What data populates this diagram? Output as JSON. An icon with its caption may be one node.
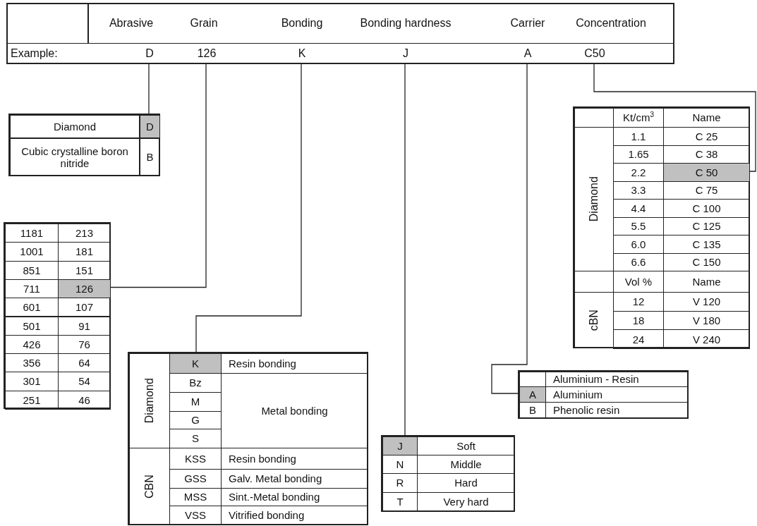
{
  "diagram": {
    "nodes": [
      {
        "text": [],
        "shape": "box"
      },
      {
        "text": [
          "Abrasive"
        ],
        "in": 0
      },
      {
        "text": [
          "Grain"
        ],
        "in": 0
      },
      {
        "text": [
          "Bonding"
        ],
        "in": 0
      },
      {
        "text": [
          "Bonding hardness"
        ],
        "in": 0
      },
      {
        "text": [
          "Carrier"
        ],
        "in": 0
      },
      {
        "text": [
          "Concentration"
        ],
        "in": 0
      },
      {
        "text": [
          "Example:"
        ],
        "in": 0
      },
      {
        "text": [
          "D"
        ],
        "in": 0
      },
      {
        "text": [
          "126"
        ],
        "in": 0
      },
      {
        "text": [
          "K"
        ],
        "in": 0
      },
      {
        "text": [
          "J"
        ],
        "in": 0
      },
      {
        "text": [
          "A"
        ],
        "in": 0
      },
      {
        "text": [
          "C50"
        ],
        "in": 0
      },
      {
        "text": [],
        "shape": "box"
      },
      {
        "text": [
          "Diamond"
        ],
        "in": 14
      },
      {
        "text": [
          "D"
        ],
        "in": 14
      },
      {
        "text": [
          "Cubic crystalline boron nitride"
        ],
        "in": 14
      },
      {
        "text": [
          "B"
        ],
        "in": 14
      },
      {
        "text": [],
        "shape": "box"
      },
      {
        "text": [
          "1181"
        ],
        "in": 19
      },
      {
        "text": [
          "213"
        ],
        "in": 19
      },
      {
        "text": [
          "1001"
        ],
        "in": 19
      },
      {
        "text": [
          "181"
        ],
        "in": 19
      },
      {
        "text": [
          "851"
        ],
        "in": 19
      },
      {
        "text": [
          "151"
        ],
        "in": 19
      },
      {
        "text": [
          "711"
        ],
        "in": 19
      },
      {
        "text": [
          "126"
        ],
        "in": 19
      },
      {
        "text": [
          "601"
        ],
        "in": 19
      },
      {
        "text": [
          "107"
        ],
        "in": 19
      },
      {
        "text": [
          "501"
        ],
        "in": 19
      },
      {
        "text": [
          "91"
        ],
        "in": 19
      },
      {
        "text": [
          "426"
        ],
        "in": 19
      },
      {
        "text": [
          "76"
        ],
        "in": 19
      },
      {
        "text": [
          "356"
        ],
        "in": 19
      },
      {
        "text": [
          "64"
        ],
        "in": 19
      },
      {
        "text": [
          "301"
        ],
        "in": 19
      },
      {
        "text": [
          "54"
        ],
        "in": 19
      },
      {
        "text": [
          "251"
        ],
        "in": 19
      },
      {
        "text": [
          "46"
        ],
        "in": 19
      },
      {
        "text": [],
        "shape": "box"
      },
      {
        "text": [
          "Diamond"
        ],
        "in": 40
      },
      {
        "text": [
          "K"
        ],
        "in": 40
      },
      {
        "text": [
          "Resin bonding"
        ],
        "in": 40
      },
      {
        "text": [
          "Bz"
        ],
        "in": 40
      },
      {
        "text": [
          "Metal bonding"
        ],
        "in": 40
      },
      {
        "text": [
          "M"
        ],
        "in": 40
      },
      {
        "text": [
          "G"
        ],
        "in": 40
      },
      {
        "text": [
          "S"
        ],
        "in": 40
      },
      {
        "text": [
          "CBN"
        ],
        "in": 40
      },
      {
        "text": [
          "KSS"
        ],
        "in": 40
      },
      {
        "text": [
          "Resin bonding"
        ],
        "in": 40
      },
      {
        "text": [
          "GSS"
        ],
        "in": 40
      },
      {
        "text": [
          "Galv. Metal bonding"
        ],
        "in": 40
      },
      {
        "text": [
          "MSS"
        ],
        "in": 40
      },
      {
        "text": [
          "Sint.-Metal bonding"
        ],
        "in": 40
      },
      {
        "text": [
          "VSS"
        ],
        "in": 40
      },
      {
        "text": [
          "Vitrified bonding"
        ],
        "in": 40
      },
      {
        "text": [],
        "shape": "box"
      },
      {
        "text": [
          "J"
        ],
        "in": 58
      },
      {
        "text": [
          "Soft"
        ],
        "in": 58
      },
      {
        "text": [
          "N"
        ],
        "in": 58
      },
      {
        "text": [
          "Middle"
        ],
        "in": 58
      },
      {
        "text": [
          "R"
        ],
        "in": 58
      },
      {
        "text": [
          "Hard"
        ],
        "in": 58
      },
      {
        "text": [
          "T"
        ],
        "in": 58
      },
      {
        "text": [
          "Very hard"
        ],
        "in": 58
      },
      {
        "text": [],
        "shape": "box"
      },
      {
        "text": [],
        "shape": "box",
        "in": 67
      },
      {
        "text": [
          "Aluminium - Resin"
        ],
        "in": 67
      },
      {
        "text": [
          "A"
        ],
        "in": 67
      },
      {
        "text": [
          "Aluminium"
        ],
        "in": 67
      },
      {
        "text": [
          "B"
        ],
        "in": 67
      },
      {
        "text": [
          "Phenolic resin"
        ],
        "in": 67
      },
      {
        "text": [],
        "shape": "box"
      },
      {
        "text": [],
        "shape": "box",
        "in": 74
      },
      {
        "text": [
          "Kt/cm$^{3}$"
        ],
        "in": 74
      },
      {
        "text": [
          "Name"
        ],
        "in": 74
      },
      {
        "text": [
          "Diamond"
        ],
        "in": 74
      },
      {
        "text": [
          "1.1"
        ],
        "in": 74
      },
      {
        "text": [
          "C 25"
        ],
        "in": 74
      },
      {
        "text": [
          "1.65"
        ],
        "in": 74
      },
      {
        "text": [
          "C 38"
        ],
        "in": 74
      },
      {
        "text": [
          "2.2"
        ],
        "in": 74
      },
      {
        "text": [
          "C 50"
        ],
        "in": 74
      },
      {
        "text": [
          "3.3"
        ],
        "in": 74
      },
      {
        "text": [
          "C 75"
        ],
        "in": 74
      },
      {
        "text": [
          "4.4"
        ],
        "in": 74
      },
      {
        "text": [
          "C 100"
        ],
        "in": 74
      },
      {
        "text": [
          "5.5"
        ],
        "in": 74
      },
      {
        "text": [
          "C 125"
        ],
        "in": 74
      },
      {
        "text": [
          "6.0"
        ],
        "in": 74
      },
      {
        "text": [
          "C 135"
        ],
        "in": 74
      },
      {
        "text": [
          "6.6"
        ],
        "in": 74
      },
      {
        "text": [
          "C 150"
        ],
        "in": 74
      },
      {
        "text": [],
        "shape": "box",
        "in": 74
      },
      {
        "text": [
          "Vol %"
        ],
        "in": 74
      },
      {
        "text": [
          "Name"
        ],
        "in": 74
      },
      {
        "text": [
          "cBN"
        ],
        "in": 74
      },
      {
        "text": [
          "12"
        ],
        "in": 74
      },
      {
        "text": [
          "V 120"
        ],
        "in": 74
      },
      {
        "text": [
          "18"
        ],
        "in": 74
      },
      {
        "text": [
          "V 180"
        ],
        "in": 74
      },
      {
        "text": [
          "24"
        ],
        "in": 74
      },
      {
        "text": [
          "V 240"
        ],
        "in": 74
      }
    ],
    "edges": [
      {
        "from": 8,
        "to": 16,
        "arrow": "none"
      },
      {
        "from": 9,
        "to": 27,
        "arrow": "none"
      },
      {
        "from": 10,
        "to": 42,
        "arrow": "none"
      },
      {
        "from": 11,
        "to": 59,
        "arrow": "none"
      },
      {
        "from": 12,
        "to": 70,
        "arrow": "none"
      },
      {
        "from": 13,
        "to": 84,
        "arrow": "none"
      }
    ]
  }
}
